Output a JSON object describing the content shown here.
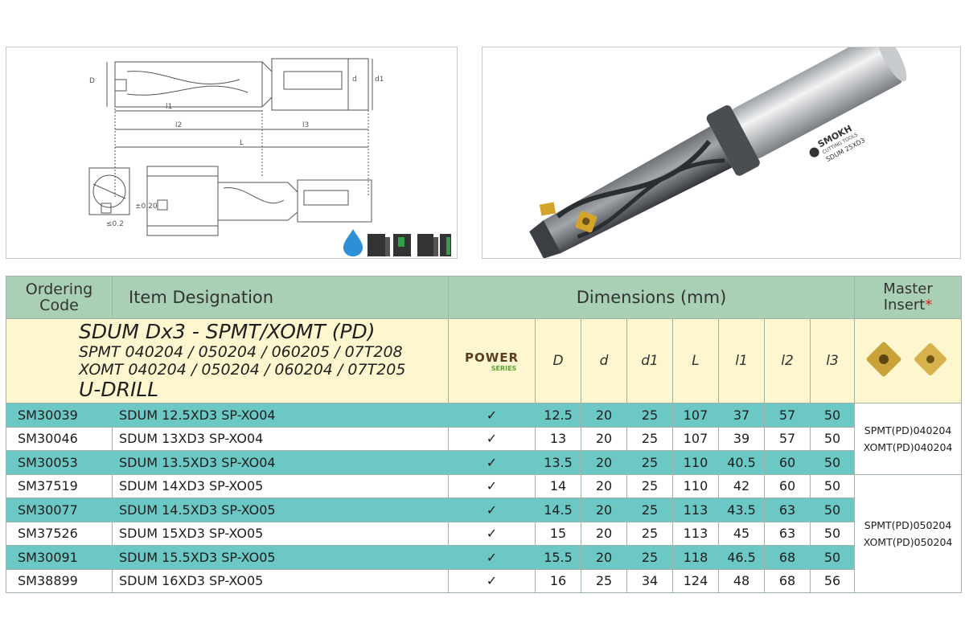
{
  "drawing": {
    "labels": {
      "D": "D",
      "d": "d",
      "d1": "d1",
      "l1": "l1",
      "l2": "l2",
      "l3": "l3",
      "L": "L",
      "tol": "±0.20",
      "angle": "≤0.2"
    }
  },
  "photo": {
    "brand": "SMOKH",
    "brand_sub": "CUTTING TOOLS",
    "model": "SDUM 25XD3"
  },
  "table": {
    "headers": {
      "ordering_code": [
        "Ordering",
        "Code"
      ],
      "item_designation": "Item Designation",
      "dimensions": "Dimensions (mm)",
      "master_insert": [
        "Master",
        "Insert",
        "*"
      ]
    },
    "title": {
      "line1": "SDUM Dx3 - SPMT/XOMT (PD)",
      "line2": "SPMT 040204 / 050204 / 060205 / 07T208",
      "line3": "XOMT 040204 / 050204 / 060204 / 07T205",
      "line4": "U-DRILL"
    },
    "power_logo": {
      "top": "POWER",
      "bottom": "SERIES"
    },
    "dim_columns": [
      "D",
      "d",
      "d1",
      "L",
      "l1",
      "l2",
      "l3"
    ],
    "master_groups": [
      {
        "lines": [
          "SPMT(PD)040204",
          "XOMT(PD)040204"
        ]
      },
      {
        "lines": [
          "SPMT(PD)050204",
          "XOMT(PD)050204"
        ]
      }
    ],
    "rows": [
      {
        "code": "SM30039",
        "designation": "SDUM 12.5XD3 SP-XO04",
        "D": "12.5",
        "d": "20",
        "d1": "25",
        "L": "107",
        "l1": "37",
        "l2": "57",
        "l3": "50"
      },
      {
        "code": "SM30046",
        "designation": "SDUM 13XD3 SP-XO04",
        "D": "13",
        "d": "20",
        "d1": "25",
        "L": "107",
        "l1": "39",
        "l2": "57",
        "l3": "50"
      },
      {
        "code": "SM30053",
        "designation": "SDUM 13.5XD3 SP-XO04",
        "D": "13.5",
        "d": "20",
        "d1": "25",
        "L": "110",
        "l1": "40.5",
        "l2": "60",
        "l3": "50"
      },
      {
        "code": "SM37519",
        "designation": "SDUM 14XD3 SP-XO05",
        "D": "14",
        "d": "20",
        "d1": "25",
        "L": "110",
        "l1": "42",
        "l2": "60",
        "l3": "50"
      },
      {
        "code": "SM30077",
        "designation": "SDUM 14.5XD3 SP-XO05",
        "D": "14.5",
        "d": "20",
        "d1": "25",
        "L": "113",
        "l1": "43.5",
        "l2": "63",
        "l3": "50"
      },
      {
        "code": "SM37526",
        "designation": "SDUM 15XD3 SP-XO05",
        "D": "15",
        "d": "20",
        "d1": "25",
        "L": "113",
        "l1": "45",
        "l2": "63",
        "l3": "50"
      },
      {
        "code": "SM30091",
        "designation": "SDUM 15.5XD3 SP-XO05",
        "D": "15.5",
        "d": "20",
        "d1": "25",
        "L": "118",
        "l1": "46.5",
        "l2": "68",
        "l3": "50"
      },
      {
        "code": "SM38899",
        "designation": "SDUM 16XD3 SP-XO05",
        "D": "16",
        "d": "25",
        "d1": "34",
        "L": "124",
        "l1": "48",
        "l2": "68",
        "l3": "56"
      }
    ]
  },
  "colors": {
    "header_green": "#a9d0b5",
    "title_cream": "#fdf6cf",
    "teal_row": "#6cc8c5",
    "insert_gold": "#c9a23a"
  }
}
